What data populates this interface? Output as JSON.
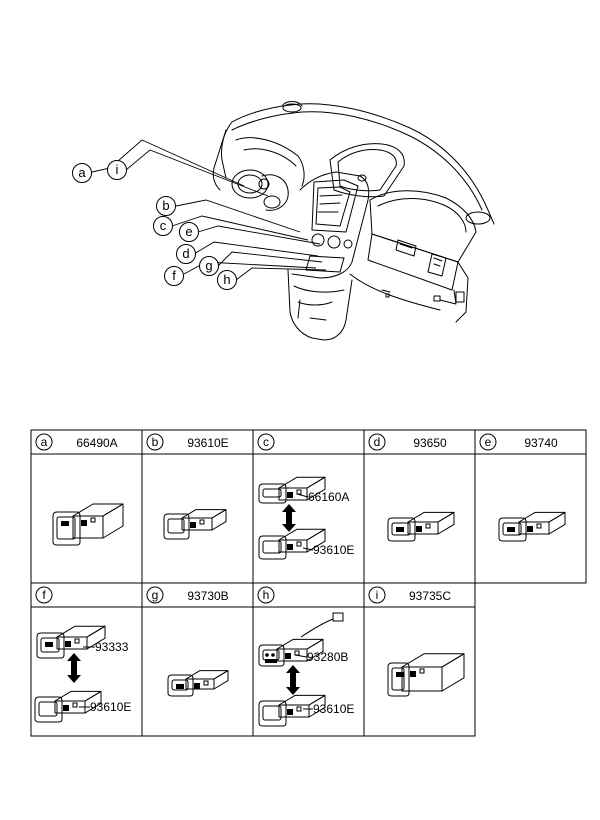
{
  "callouts": [
    {
      "letter": "a"
    },
    {
      "letter": "i"
    },
    {
      "letter": "b"
    },
    {
      "letter": "c"
    },
    {
      "letter": "e"
    },
    {
      "letter": "d"
    },
    {
      "letter": "g"
    },
    {
      "letter": "f"
    },
    {
      "letter": "h"
    }
  ],
  "cells": [
    {
      "letter": "a",
      "part": "66490A"
    },
    {
      "letter": "b",
      "part": "93610E"
    },
    {
      "letter": "c",
      "part": "",
      "sub": [
        "66160A",
        "93610E"
      ]
    },
    {
      "letter": "d",
      "part": "93650"
    },
    {
      "letter": "e",
      "part": "93740"
    },
    {
      "letter": "f",
      "part": "",
      "sub": [
        "93333",
        "93610E"
      ]
    },
    {
      "letter": "g",
      "part": "93730B"
    },
    {
      "letter": "h",
      "part": "",
      "sub": [
        "93280B",
        "93610E"
      ]
    },
    {
      "letter": "i",
      "part": "93735C"
    }
  ]
}
